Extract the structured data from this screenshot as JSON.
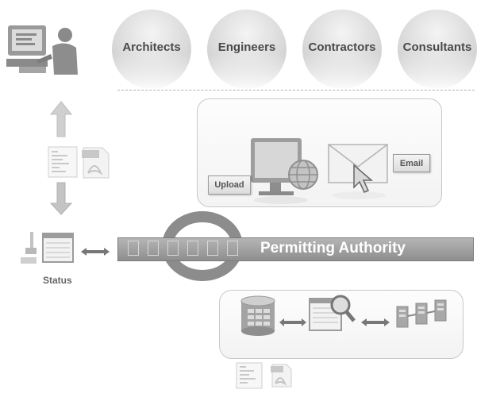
{
  "roles": [
    {
      "label": "Architects"
    },
    {
      "label": "Engineers"
    },
    {
      "label": "Contractors"
    },
    {
      "label": "Consultants"
    }
  ],
  "submission": {
    "upload_label": "Upload",
    "email_label": "Email"
  },
  "authority": {
    "label": "Permitting Authority"
  },
  "status": {
    "label": "Status"
  }
}
